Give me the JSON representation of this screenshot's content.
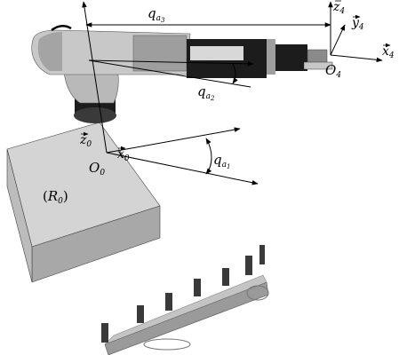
{
  "labels": {
    "q_a3": {
      "main": "q",
      "sub": "a",
      "subsub": "3"
    },
    "q_a2": {
      "main": "q",
      "sub": "a",
      "subsub": "2"
    },
    "q_a1": {
      "main": "q",
      "sub": "a",
      "subsub": "1"
    },
    "z4": {
      "main": "z",
      "sub": "4"
    },
    "y4": {
      "main": "y",
      "sub": "4"
    },
    "x4": {
      "main": "x",
      "sub": "4"
    },
    "O4": {
      "main": "O",
      "sub": "4"
    },
    "z0": {
      "main": "z",
      "sub": "0"
    },
    "x0": {
      "main": "x",
      "sub": "0"
    },
    "O0": {
      "main": "O",
      "sub": "0"
    },
    "R0": {
      "open": "(",
      "main": "R",
      "sub": "0",
      "close": ")"
    }
  },
  "colors": {
    "ink": "#000000",
    "base_top": "#d4d4d4",
    "base_front": "#a8a8a8",
    "base_side": "#bcbcbc",
    "arm_light": "#cfcfcf",
    "arm_mid": "#9e9e9e",
    "arm_dark": "#1c1c1c",
    "conveyor": "#9a9a9a"
  }
}
